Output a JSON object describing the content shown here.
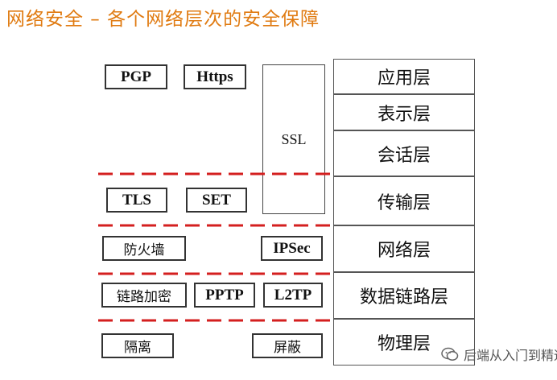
{
  "title": "网络安全 – 各个网络层次的安全保障",
  "layers": [
    "应用层",
    "表示层",
    "会话层",
    "传输层",
    "网络层",
    "数据链路层",
    "物理层"
  ],
  "ssl": "SSL",
  "protocols": {
    "app": [
      "PGP",
      "Https"
    ],
    "transport": [
      "TLS",
      "SET"
    ],
    "network": [
      "防火墙",
      "IPSec"
    ],
    "datalink": [
      "链路加密",
      "PPTP",
      "L2TP"
    ],
    "physical": [
      "隔离",
      "屏蔽"
    ]
  },
  "watermark": "后端从入门到精通",
  "colors": {
    "title": "#e07b12",
    "dash": "#d41f1f"
  }
}
